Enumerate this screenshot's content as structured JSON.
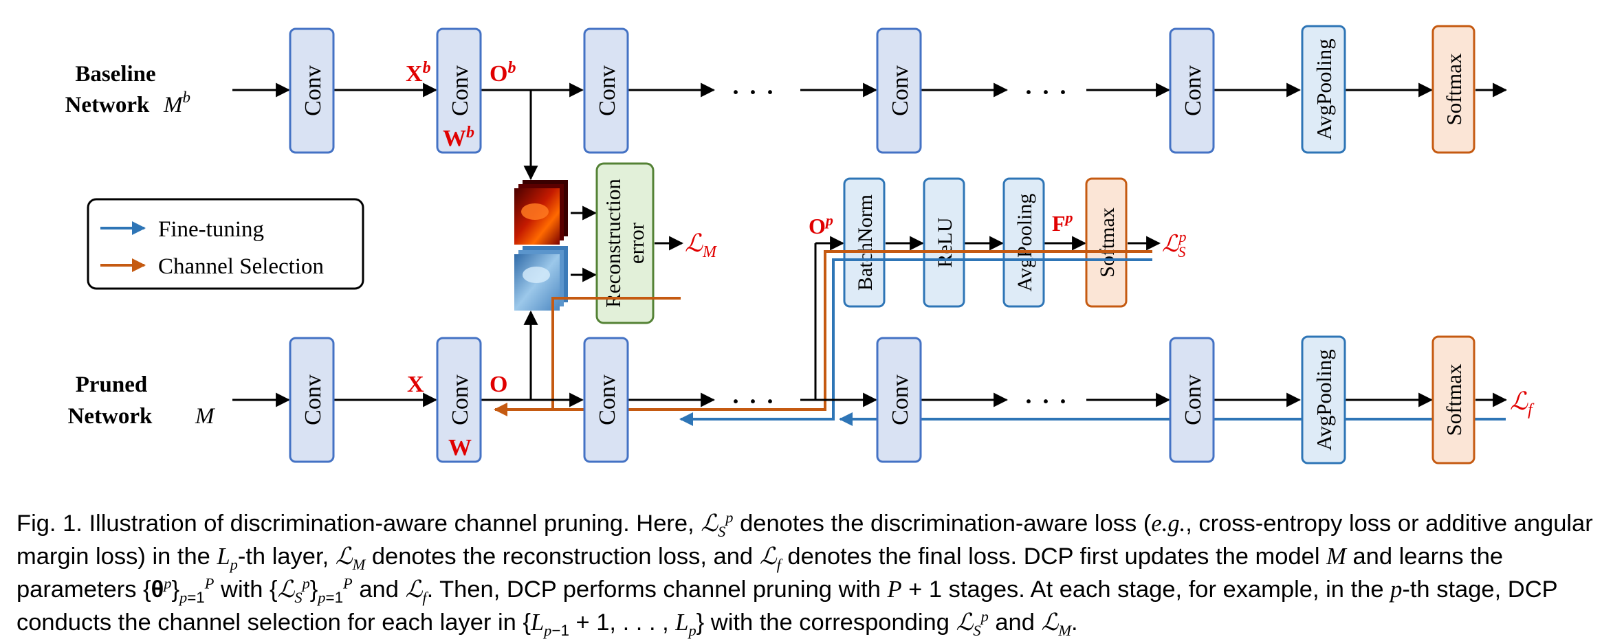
{
  "baseline": {
    "title_line1": "Baseline",
    "title_line2": "Network",
    "title_sym": "M",
    "title_sup": "b",
    "layers": [
      "Conv",
      "Conv",
      "Conv",
      "Conv",
      "Conv",
      "AvgPooling",
      "Softmax"
    ],
    "input_label": "X",
    "input_sup": "b",
    "output_label": "O",
    "output_sup": "b",
    "weight_label": "W",
    "weight_sup": "b",
    "ellipsis": "· · ·"
  },
  "pruned": {
    "title_line1": "Pruned",
    "title_line2": "Network",
    "title_sym": "M",
    "layers": [
      "Conv",
      "Conv",
      "Conv",
      "Conv",
      "Conv",
      "AvgPooling",
      "Softmax"
    ],
    "input_label": "X",
    "output_label": "O",
    "weight_label": "W",
    "loss": "ℒ",
    "loss_sub": "f",
    "ellipsis": "· · ·"
  },
  "aux": {
    "layers": [
      "BatchNorm",
      "ReLU",
      "AvgPooling",
      "Softmax"
    ],
    "op_label": "O",
    "op_sup": "p",
    "fp_label": "F",
    "fp_sup": "p",
    "loss": "ℒ",
    "loss_sub": "S",
    "loss_sup": "p"
  },
  "reconstruction": {
    "line1": "Reconstruction",
    "line2": "error",
    "loss": "ℒ",
    "loss_sub": "M"
  },
  "legend": {
    "fine_tuning": "Fine-tuning",
    "channel_selection": "Channel Selection"
  },
  "caption": {
    "p1": "Fig. 1. Illustration of discrimination-aware channel pruning. Here, ",
    "p2": " denotes the discrimination-aware loss (",
    "eg": "e.g.",
    "p3": ", cross-entropy loss or additive angular margin loss) in the ",
    "p4": "-th layer, ",
    "p5": " denotes the reconstruction loss, and ",
    "p6": " denotes the final loss. DCP first updates the model ",
    "p7": " and learns the parameters ",
    "p8": " with ",
    "p9": " and ",
    "p10": ". Then, DCP performs channel pruning with ",
    "p11": " stages. At each stage, for example, in the ",
    "p12": "-th stage, DCP conducts the channel selection for each layer in ",
    "p13": " with the corresponding ",
    "p14": " and ",
    "p15": "."
  },
  "colors": {
    "conv_fill": "#d9e2f3",
    "conv_stroke": "#4472c4",
    "aux_fill": "#dde9f6",
    "softmax_fill": "#fbe5d6",
    "softmax_stroke": "#c55a11",
    "recon_fill": "#e2f0d9",
    "recon_stroke": "#548235",
    "fine_tuning": "#2e75b6",
    "channel_selection": "#c55a11",
    "label_red": "#e00000"
  }
}
